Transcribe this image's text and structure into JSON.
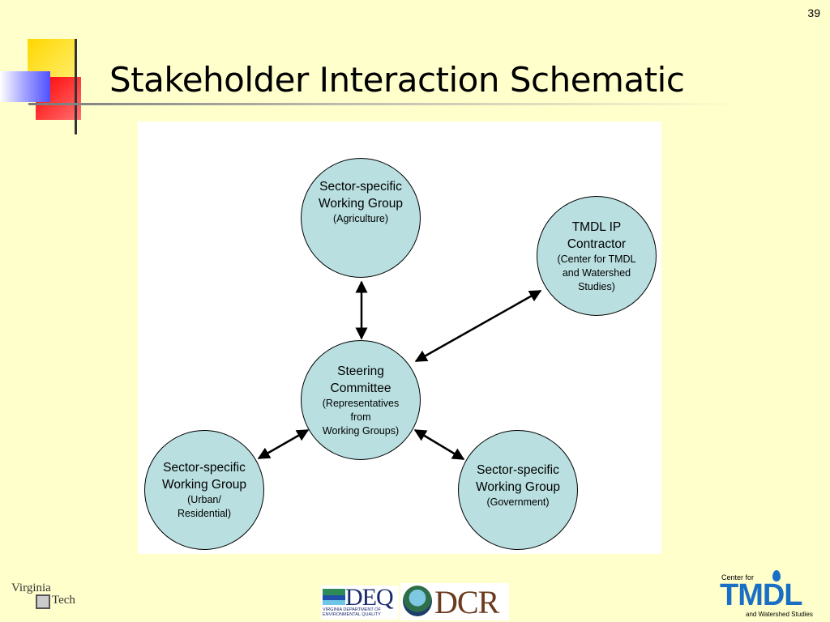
{
  "slide": {
    "number": "39",
    "title": "Stakeholder Interaction Schematic"
  },
  "nodes": {
    "agriculture": {
      "title_line1": "Sector-specific",
      "title_line2": "Working Group",
      "sub": "(Agriculture)"
    },
    "contractor": {
      "title_line1": "TMDL IP",
      "title_line2": "Contractor",
      "sub": "(Center for TMDL\nand Watershed\nStudies)"
    },
    "steering": {
      "title_line1": "Steering",
      "title_line2": "Committee",
      "sub": "(Representatives\nfrom\nWorking Groups)"
    },
    "urban": {
      "title_line1": "Sector-specific",
      "title_line2": "Working Group",
      "sub": "(Urban/\nResidential)"
    },
    "government": {
      "title_line1": "Sector-specific",
      "title_line2": "Working Group",
      "sub": "(Government)"
    }
  },
  "logos": {
    "vt_line1": "Virginia",
    "vt_line2": "Tech",
    "deq": "DEQ",
    "deq_sub": "Virginia Department of Environmental Quality",
    "dcr": "DCR",
    "tmdl_top": "Center for",
    "tmdl": "TMDL",
    "tmdl_bottom": "and Watershed Studies"
  },
  "colors": {
    "background": "#ffffcc",
    "node_fill": "#b9dfe0",
    "accent_yellow": "#ffd700",
    "accent_red": "#ff0000",
    "accent_blue": "#5050ff"
  }
}
